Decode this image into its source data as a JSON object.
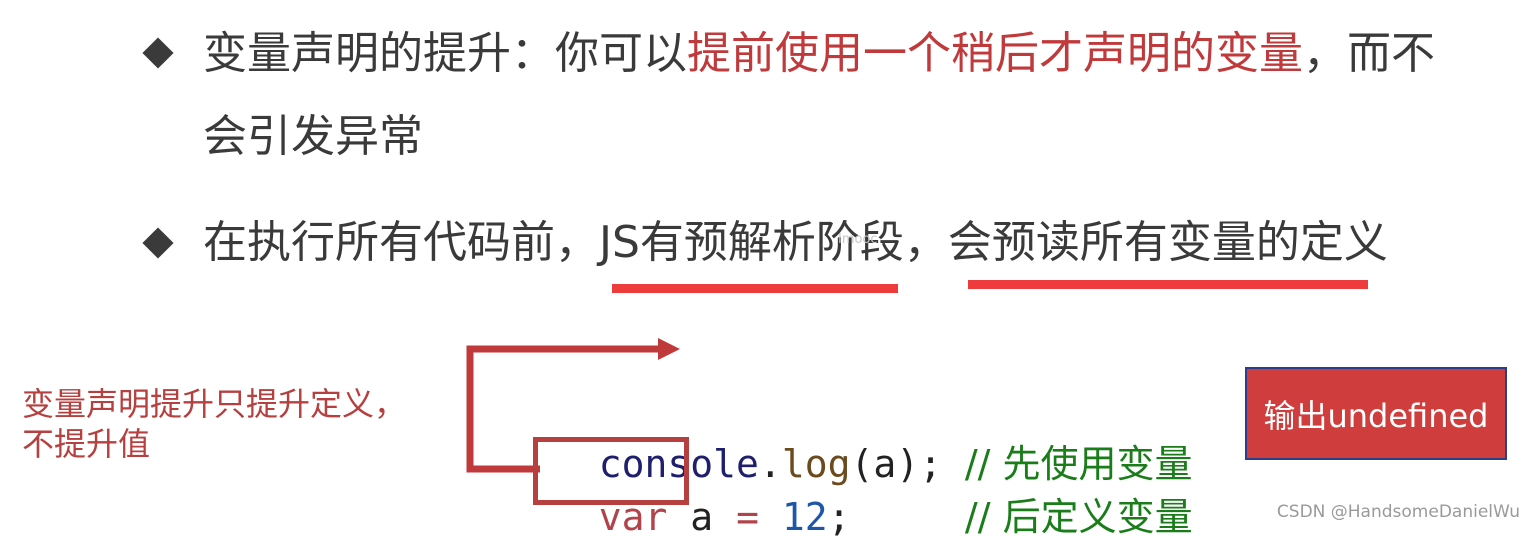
{
  "bullet1": {
    "prefix": "变量声明的提升：你可以",
    "highlight": "提前使用一个稍后才声明的变量",
    "suffix": "，而不",
    "line2": "会引发异常"
  },
  "bullet2": {
    "part1": "在执行所有代码前，",
    "part2": "JS有预解析阶段",
    "part3": "，",
    "part4": "会预读所有变量的定义"
  },
  "note": {
    "line1": "变量声明提升只提升定义，",
    "line2": "不提升值"
  },
  "code": {
    "line1": {
      "obj": "console",
      "dot": ".",
      "method": "log",
      "args": "(a);",
      "comment": "// 先使用变量"
    },
    "line2": {
      "keyword": "var",
      "ident": "a",
      "op": "=",
      "number": "12",
      "semi": ";",
      "comment": "// 后定义变量"
    }
  },
  "output_badge": "输出undefined",
  "watermark_center": "Imooc",
  "credit": "CSDN @HandsomeDanielWu",
  "colors": {
    "text": "#3a3a3a",
    "highlight_red": "#c0393b",
    "underline_red": "#ee3b3b",
    "note_red": "#b5403f",
    "badge_bg": "#cf3d3d",
    "comment_green": "#1a7d1a"
  }
}
